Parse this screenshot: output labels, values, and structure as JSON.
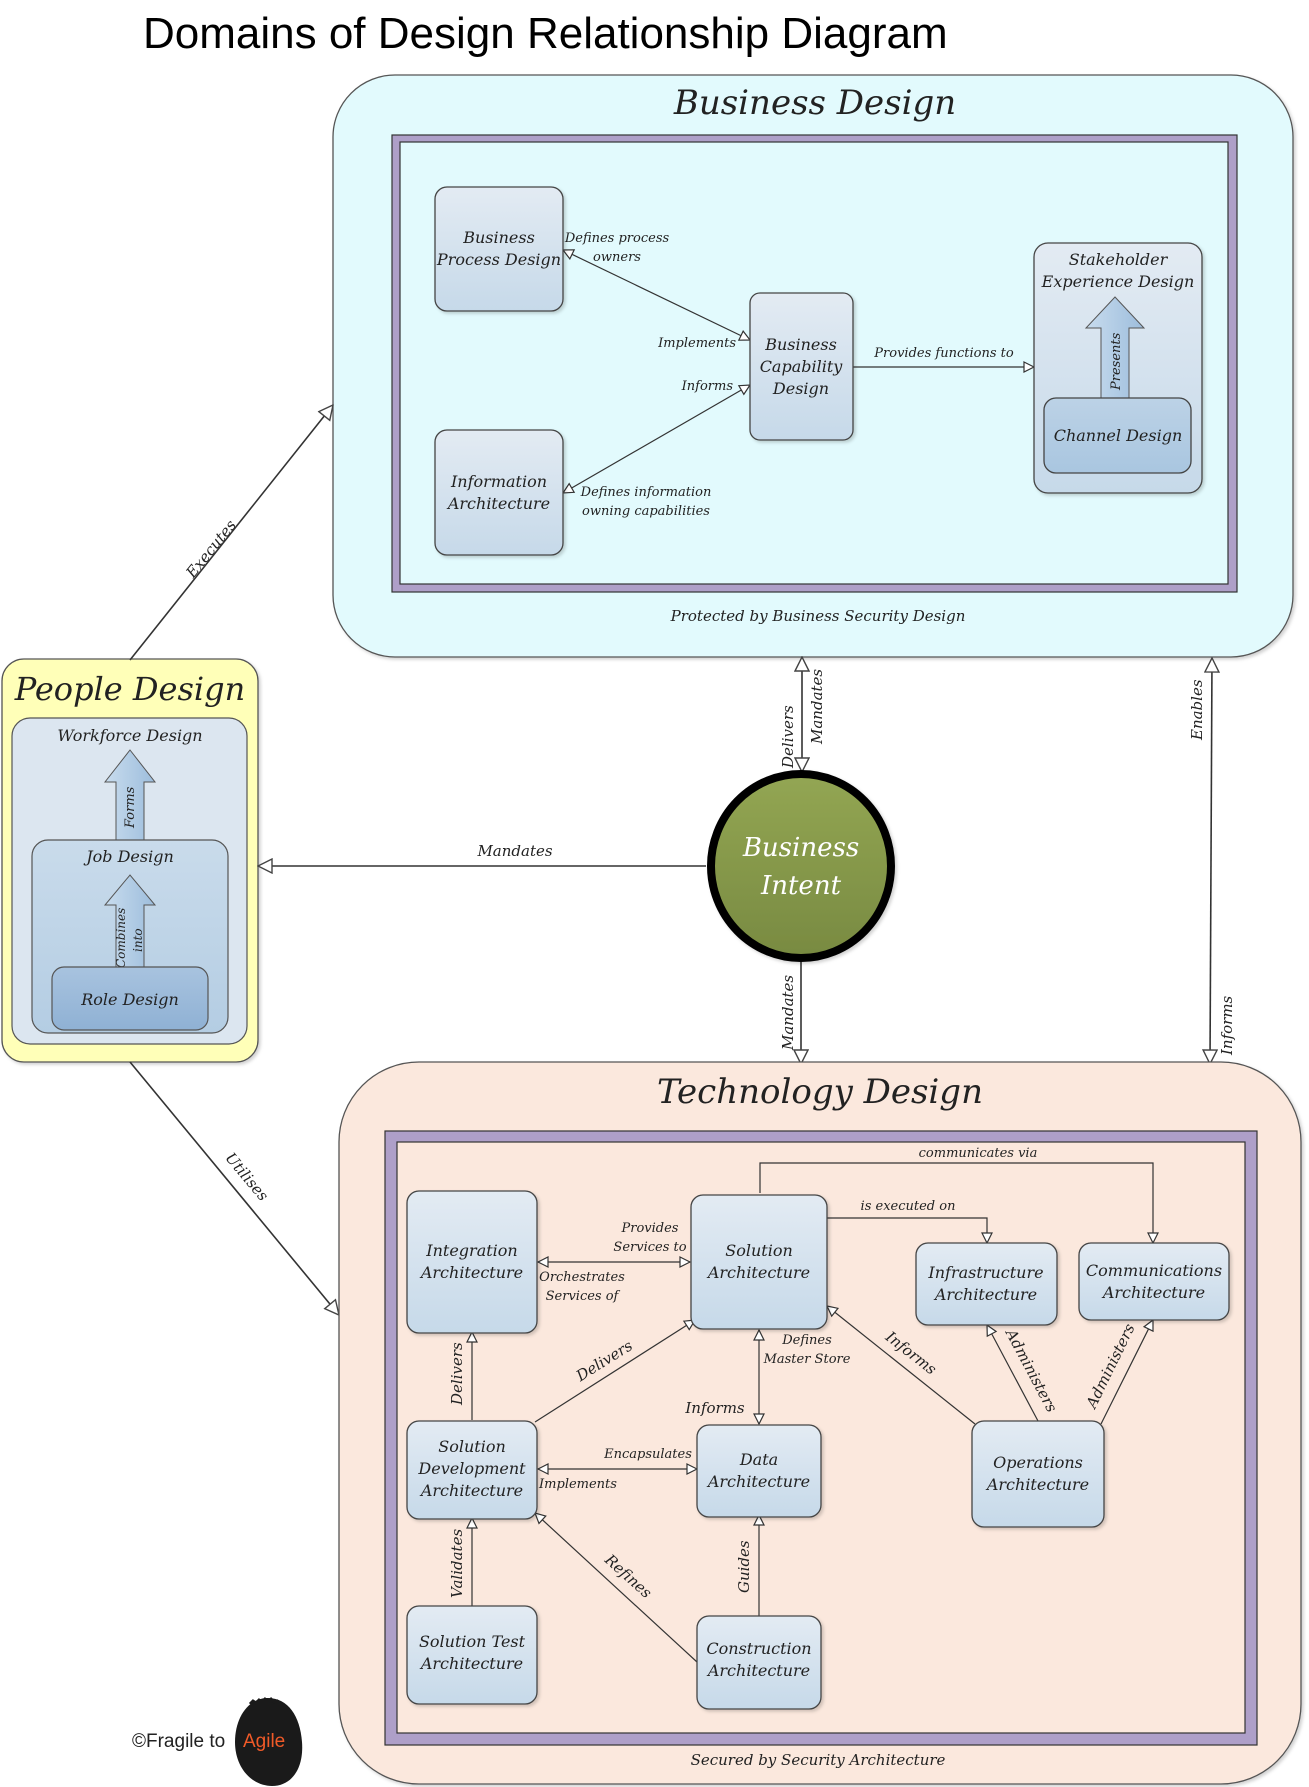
{
  "title": "Domains of Design Relationship Diagram",
  "colors": {
    "business_bg": "#e2fafd",
    "technology_bg": "#fbe8dd",
    "people_bg": "#ffffb8",
    "frame_purple": "#ae9fc8",
    "node_top": "#e3ebf3",
    "node_bottom": "#c7d9e8",
    "intent_green": "#86984a",
    "agile_orange": "#f05a28"
  },
  "business_design": {
    "title": "Business Design",
    "footer": "Protected by Business Security Design",
    "nodes": {
      "bpd": [
        "Business",
        "Process Design"
      ],
      "ia": [
        "Information",
        "Architecture"
      ],
      "bcd": [
        "Business",
        "Capability",
        "Design"
      ],
      "sxd": [
        "Stakeholder",
        "Experience Design"
      ],
      "channel": "Channel Design"
    },
    "edges": {
      "defines_process_owners": [
        "Defines process",
        "owners"
      ],
      "implements": "Implements",
      "informs": "Informs",
      "defines_information": [
        "Defines information",
        "owning capabilities"
      ],
      "provides_functions": "Provides functions to",
      "presents": "Presents"
    }
  },
  "people_design": {
    "title": "People Design",
    "workforce": "Workforce Design",
    "job": "Job Design",
    "role": "Role Design",
    "forms": "Forms",
    "combines_into": [
      "Combines",
      "into"
    ]
  },
  "business_intent": [
    "Business",
    "Intent"
  ],
  "cross_edges": {
    "executes": "Executes",
    "utilises": "Utilises",
    "mandates_people": "Mandates",
    "delivers": "Delivers",
    "mandates_business": "Mandates",
    "mandates_tech": "Mandates",
    "enables": "Enables",
    "informs": "Informs"
  },
  "technology_design": {
    "title": "Technology Design",
    "footer": "Secured by Security Architecture",
    "nodes": {
      "integration": [
        "Integration",
        "Architecture"
      ],
      "solution": [
        "Solution",
        "Architecture"
      ],
      "infrastructure": [
        "Infrastructure",
        "Architecture"
      ],
      "communications": [
        "Communications",
        "Architecture"
      ],
      "soldev": [
        "Solution",
        "Development",
        "Architecture"
      ],
      "data": [
        "Data",
        "Architecture"
      ],
      "operations": [
        "Operations",
        "Architecture"
      ],
      "soltest": [
        "Solution Test",
        "Architecture"
      ],
      "construction": [
        "Construction",
        "Architecture"
      ]
    },
    "edges": {
      "communicates_via": "communicates via",
      "is_executed_on": "is executed on",
      "provides_services": [
        "Provides",
        "Services to"
      ],
      "orchestrates": [
        "Orchestrates",
        "Services of"
      ],
      "defines_master": [
        "Defines",
        "Master Store"
      ],
      "informs_data": "Informs",
      "informs_ops": "Informs",
      "administers_infra": "Administers",
      "administers_comms": "Administers",
      "delivers_integration": "Delivers",
      "delivers_solution": "Delivers",
      "encapsulates": "Encapsulates",
      "implements": "Implements",
      "validates": "Validates",
      "refines": "Refines",
      "guides": "Guides"
    }
  },
  "branding": {
    "copyright": "©Fragile to",
    "agile": "Agile"
  }
}
